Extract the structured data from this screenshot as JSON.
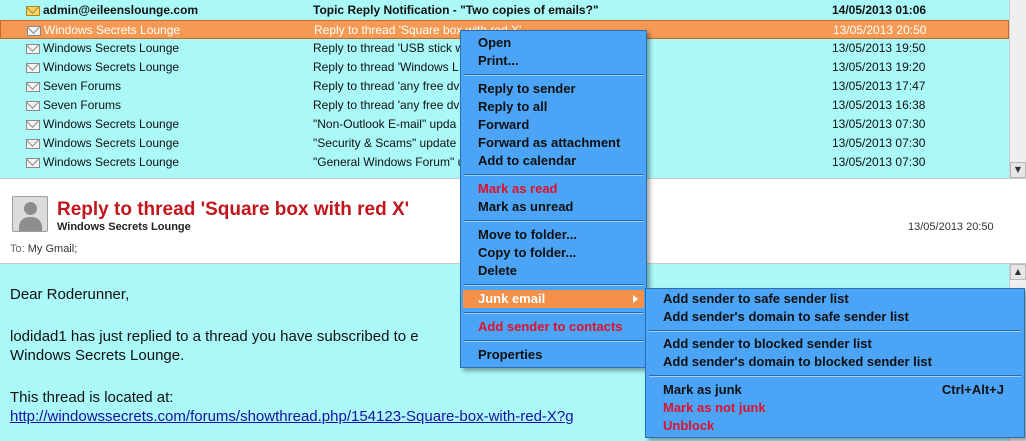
{
  "messages": [
    {
      "sender": "admin@eileenslounge.com",
      "subject": "Topic Reply Notification - \"Two copies of emails?\"",
      "date": "14/05/2013 01:06",
      "unread": true,
      "selected": false
    },
    {
      "sender": "Windows Secrets Lounge",
      "subject": "Reply to thread 'Square box with red X'",
      "date": "13/05/2013 20:50",
      "unread": false,
      "selected": true
    },
    {
      "sender": "Windows Secrets Lounge",
      "subject": "Reply to thread 'USB stick w",
      "date": "13/05/2013 19:50",
      "unread": false,
      "selected": false
    },
    {
      "sender": "Windows Secrets Lounge",
      "subject": "Reply to thread 'Windows L",
      "date": "13/05/2013 19:20",
      "unread": false,
      "selected": false
    },
    {
      "sender": "Seven Forums",
      "subject": "Reply to thread 'any free dv",
      "date": "13/05/2013 17:47",
      "unread": false,
      "selected": false
    },
    {
      "sender": "Seven Forums",
      "subject": "Reply to thread 'any free dv",
      "date": "13/05/2013 16:38",
      "unread": false,
      "selected": false
    },
    {
      "sender": "Windows Secrets Lounge",
      "subject": "\"Non-Outlook E-mail\" upda",
      "date": "13/05/2013 07:30",
      "unread": false,
      "selected": false
    },
    {
      "sender": "Windows Secrets Lounge",
      "subject": "\"Security & Scams\" update",
      "date": "13/05/2013 07:30",
      "unread": false,
      "selected": false
    },
    {
      "sender": "Windows Secrets Lounge",
      "subject": "\"General Windows Forum\" up",
      "date": "13/05/2013 07:30",
      "unread": false,
      "selected": false
    }
  ],
  "preview": {
    "subject": "Reply to thread 'Square box with red X'",
    "sender": "Windows Secrets Lounge",
    "date": "13/05/2013 20:50",
    "to_label": "To:",
    "to_value": "My Gmail;"
  },
  "body": {
    "greeting": "Dear Roderunner,",
    "line1": "lodidad1 has just replied to a thread you have subscribed to e",
    "line2": "Windows Secrets Lounge.",
    "line3": "This thread is located at:",
    "link": "http://windowssecrets.com/forums/showthread.php/154123-Square-box-with-red-X?g"
  },
  "context_menu": {
    "open": "Open",
    "print": "Print...",
    "reply_sender": "Reply to sender",
    "reply_all": "Reply to all",
    "forward": "Forward",
    "forward_attachment": "Forward as attachment",
    "add_calendar": "Add to calendar",
    "mark_read": "Mark as read",
    "mark_unread": "Mark as unread",
    "move_folder": "Move to folder...",
    "copy_folder": "Copy to folder...",
    "delete": "Delete",
    "junk_email": "Junk email",
    "add_contacts": "Add sender to contacts",
    "properties": "Properties"
  },
  "junk_submenu": {
    "safe_sender": "Add sender to safe sender list",
    "safe_domain": "Add sender's domain to safe sender list",
    "blocked_sender": "Add sender to blocked sender list",
    "blocked_domain": "Add sender's domain to blocked sender list",
    "mark_junk": "Mark as junk",
    "mark_junk_shortcut": "Ctrl+Alt+J",
    "mark_not_junk": "Mark as not junk",
    "unblock": "Unblock"
  },
  "colors": {
    "background": "#aaf8f8",
    "selection": "#f59a54",
    "menu": "#4ba4f6",
    "accent_red": "#c0161c"
  },
  "icons": [
    "envelope-closed-icon",
    "envelope-open-icon",
    "avatar-icon",
    "submenu-arrow-icon",
    "scroll-down-icon",
    "scroll-up-icon"
  ]
}
